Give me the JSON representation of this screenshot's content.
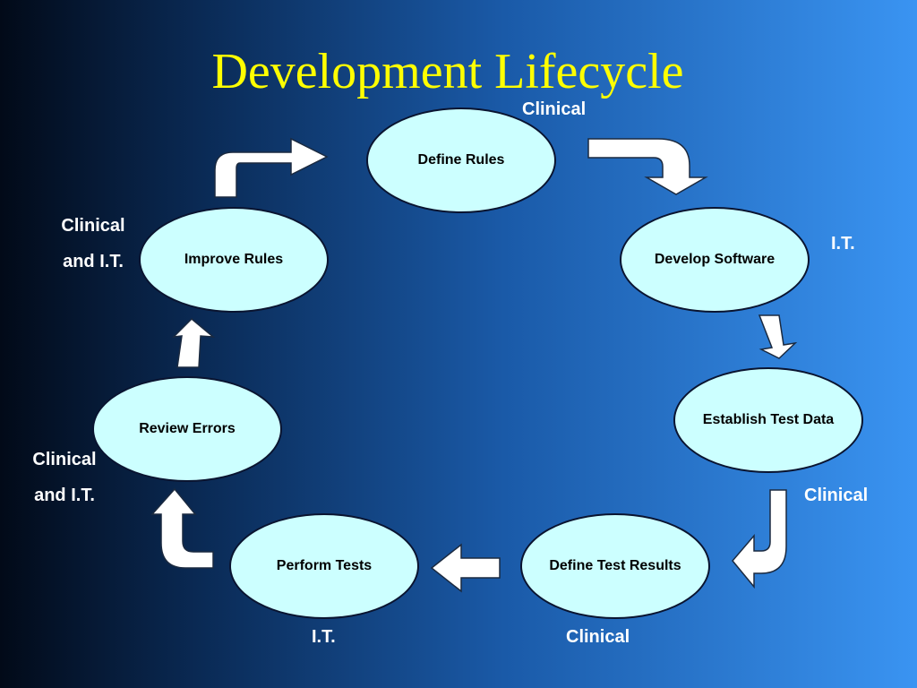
{
  "slide": {
    "title": "Development Lifecycle",
    "colors": {
      "title": "#ffff00",
      "node_fill": "#ccffff",
      "role_text": "#ffffff",
      "arrow_fill": "#ffffff"
    },
    "nodes": [
      {
        "label": "Define Rules"
      },
      {
        "label": "Develop Software"
      },
      {
        "label": "Establish Test Data"
      },
      {
        "label": "Define Test Results"
      },
      {
        "label": "Perform Tests"
      },
      {
        "label": "Review Errors"
      },
      {
        "label": "Improve Rules"
      }
    ],
    "roles": {
      "define_rules": "Clinical",
      "develop_software": "I.T.",
      "establish_test_data": "Clinical",
      "define_test_results": "Clinical",
      "perform_tests": "I.T.",
      "review_errors": [
        "Clinical",
        "and I.T."
      ],
      "improve_rules": [
        "Clinical",
        "and I.T."
      ]
    }
  }
}
